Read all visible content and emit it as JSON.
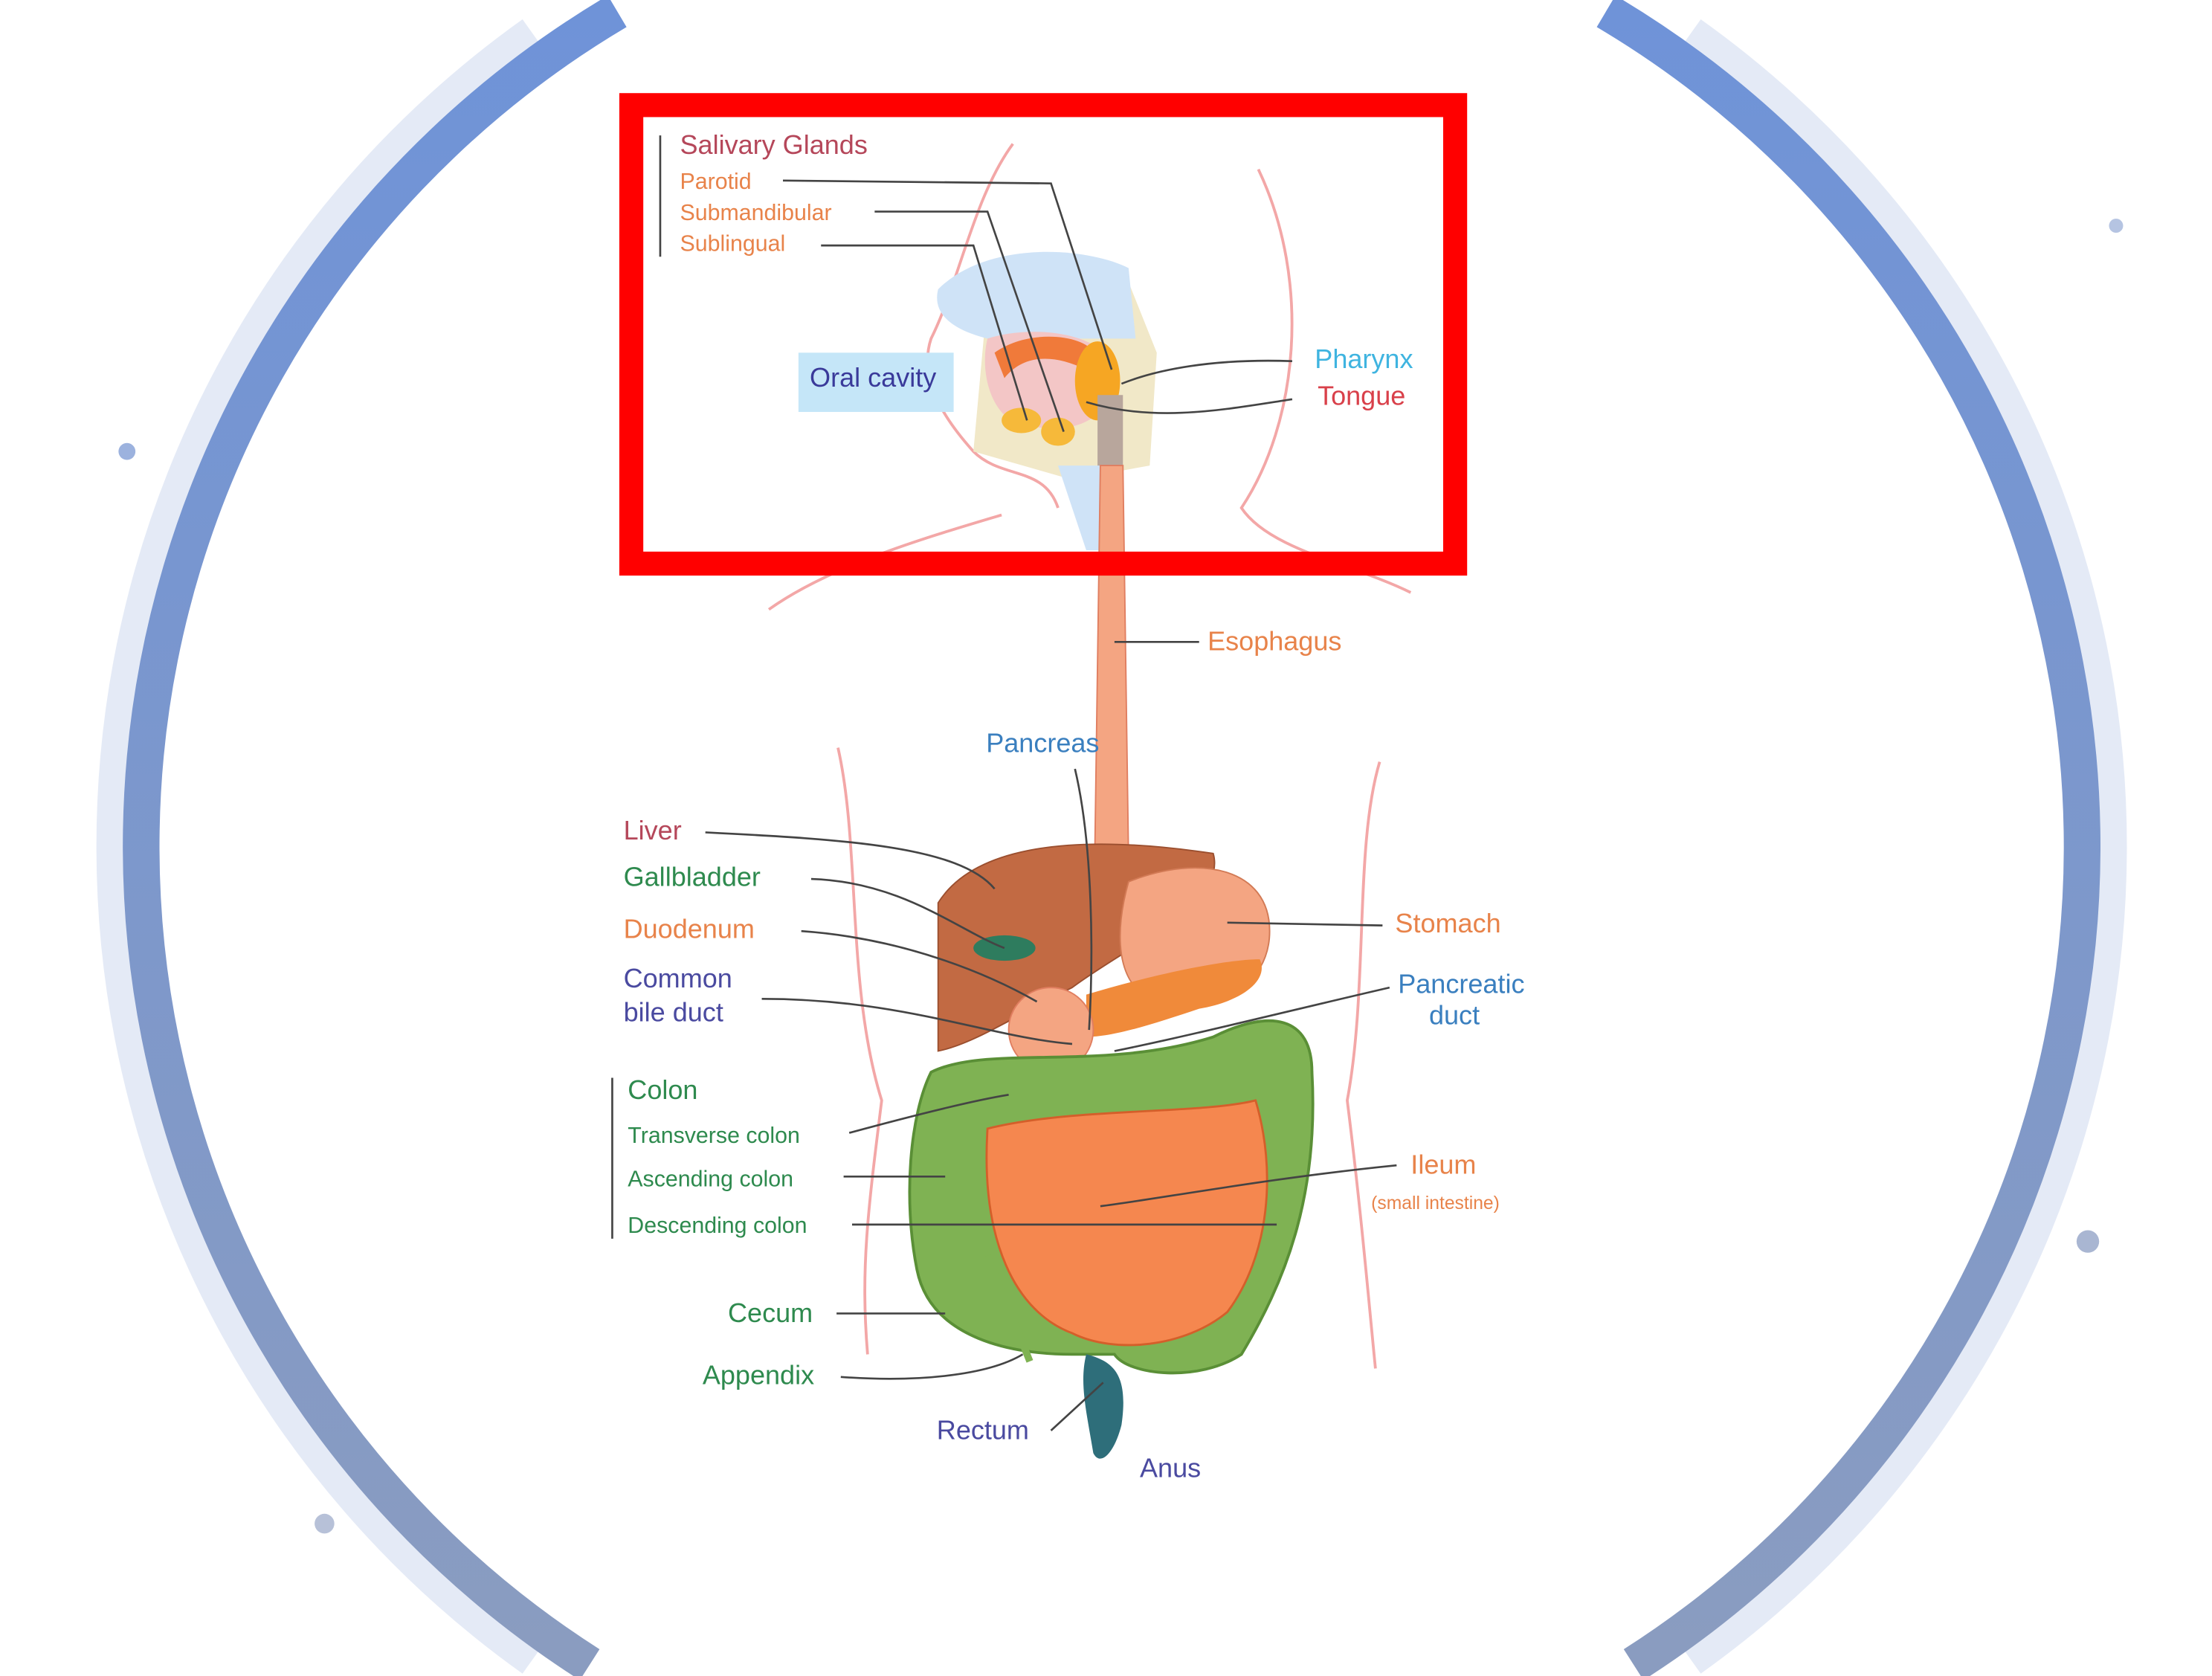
{
  "salivary": {
    "title": "Salivary Glands",
    "parotid": "Parotid",
    "submandibular": "Submandibular",
    "sublingual": "Sublingual"
  },
  "head": {
    "oral_cavity": "Oral cavity",
    "pharynx": "Pharynx",
    "tongue": "Tongue"
  },
  "labels": {
    "esophagus": "Esophagus",
    "pancreas": "Pancreas",
    "liver": "Liver",
    "gallbladder": "Gallbladder",
    "duodenum": "Duodenum",
    "common_bile_duct_1": "Common",
    "common_bile_duct_2": "bile duct",
    "colon": "Colon",
    "transverse_colon": "Transverse colon",
    "ascending_colon": "Ascending colon",
    "descending_colon": "Descending colon",
    "cecum": "Cecum",
    "appendix": "Appendix",
    "rectum": "Rectum",
    "anus": "Anus",
    "stomach": "Stomach",
    "pancreatic_duct_1": "Pancreatic",
    "pancreatic_duct_2": "duct",
    "ileum": "Ileum",
    "ileum_note": "(small intestine)"
  },
  "colors": {
    "highlight": "#ff0000",
    "ring": "#7f9fd6"
  }
}
